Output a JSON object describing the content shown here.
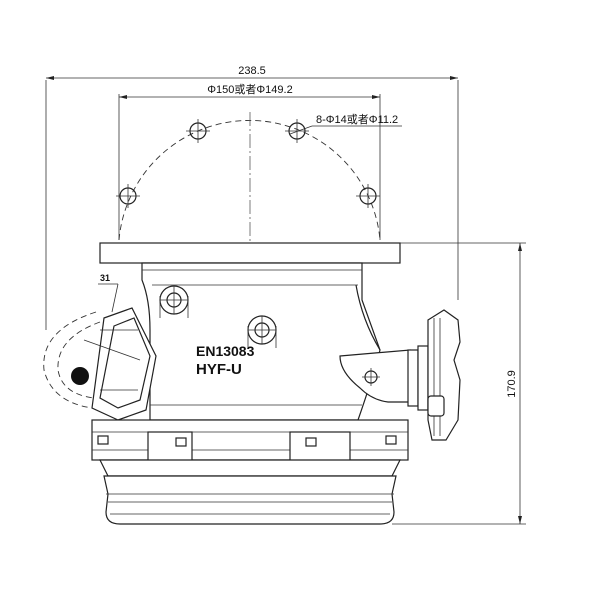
{
  "drawing": {
    "dimensions": {
      "overall_width": "238.5",
      "bolt_circle": "Φ150或者Φ149.2",
      "holes": "8-Φ14或者Φ11.2",
      "height": "170.9"
    },
    "labels": {
      "standard": "EN13083",
      "model": "HYF-U",
      "callout": "31"
    }
  }
}
